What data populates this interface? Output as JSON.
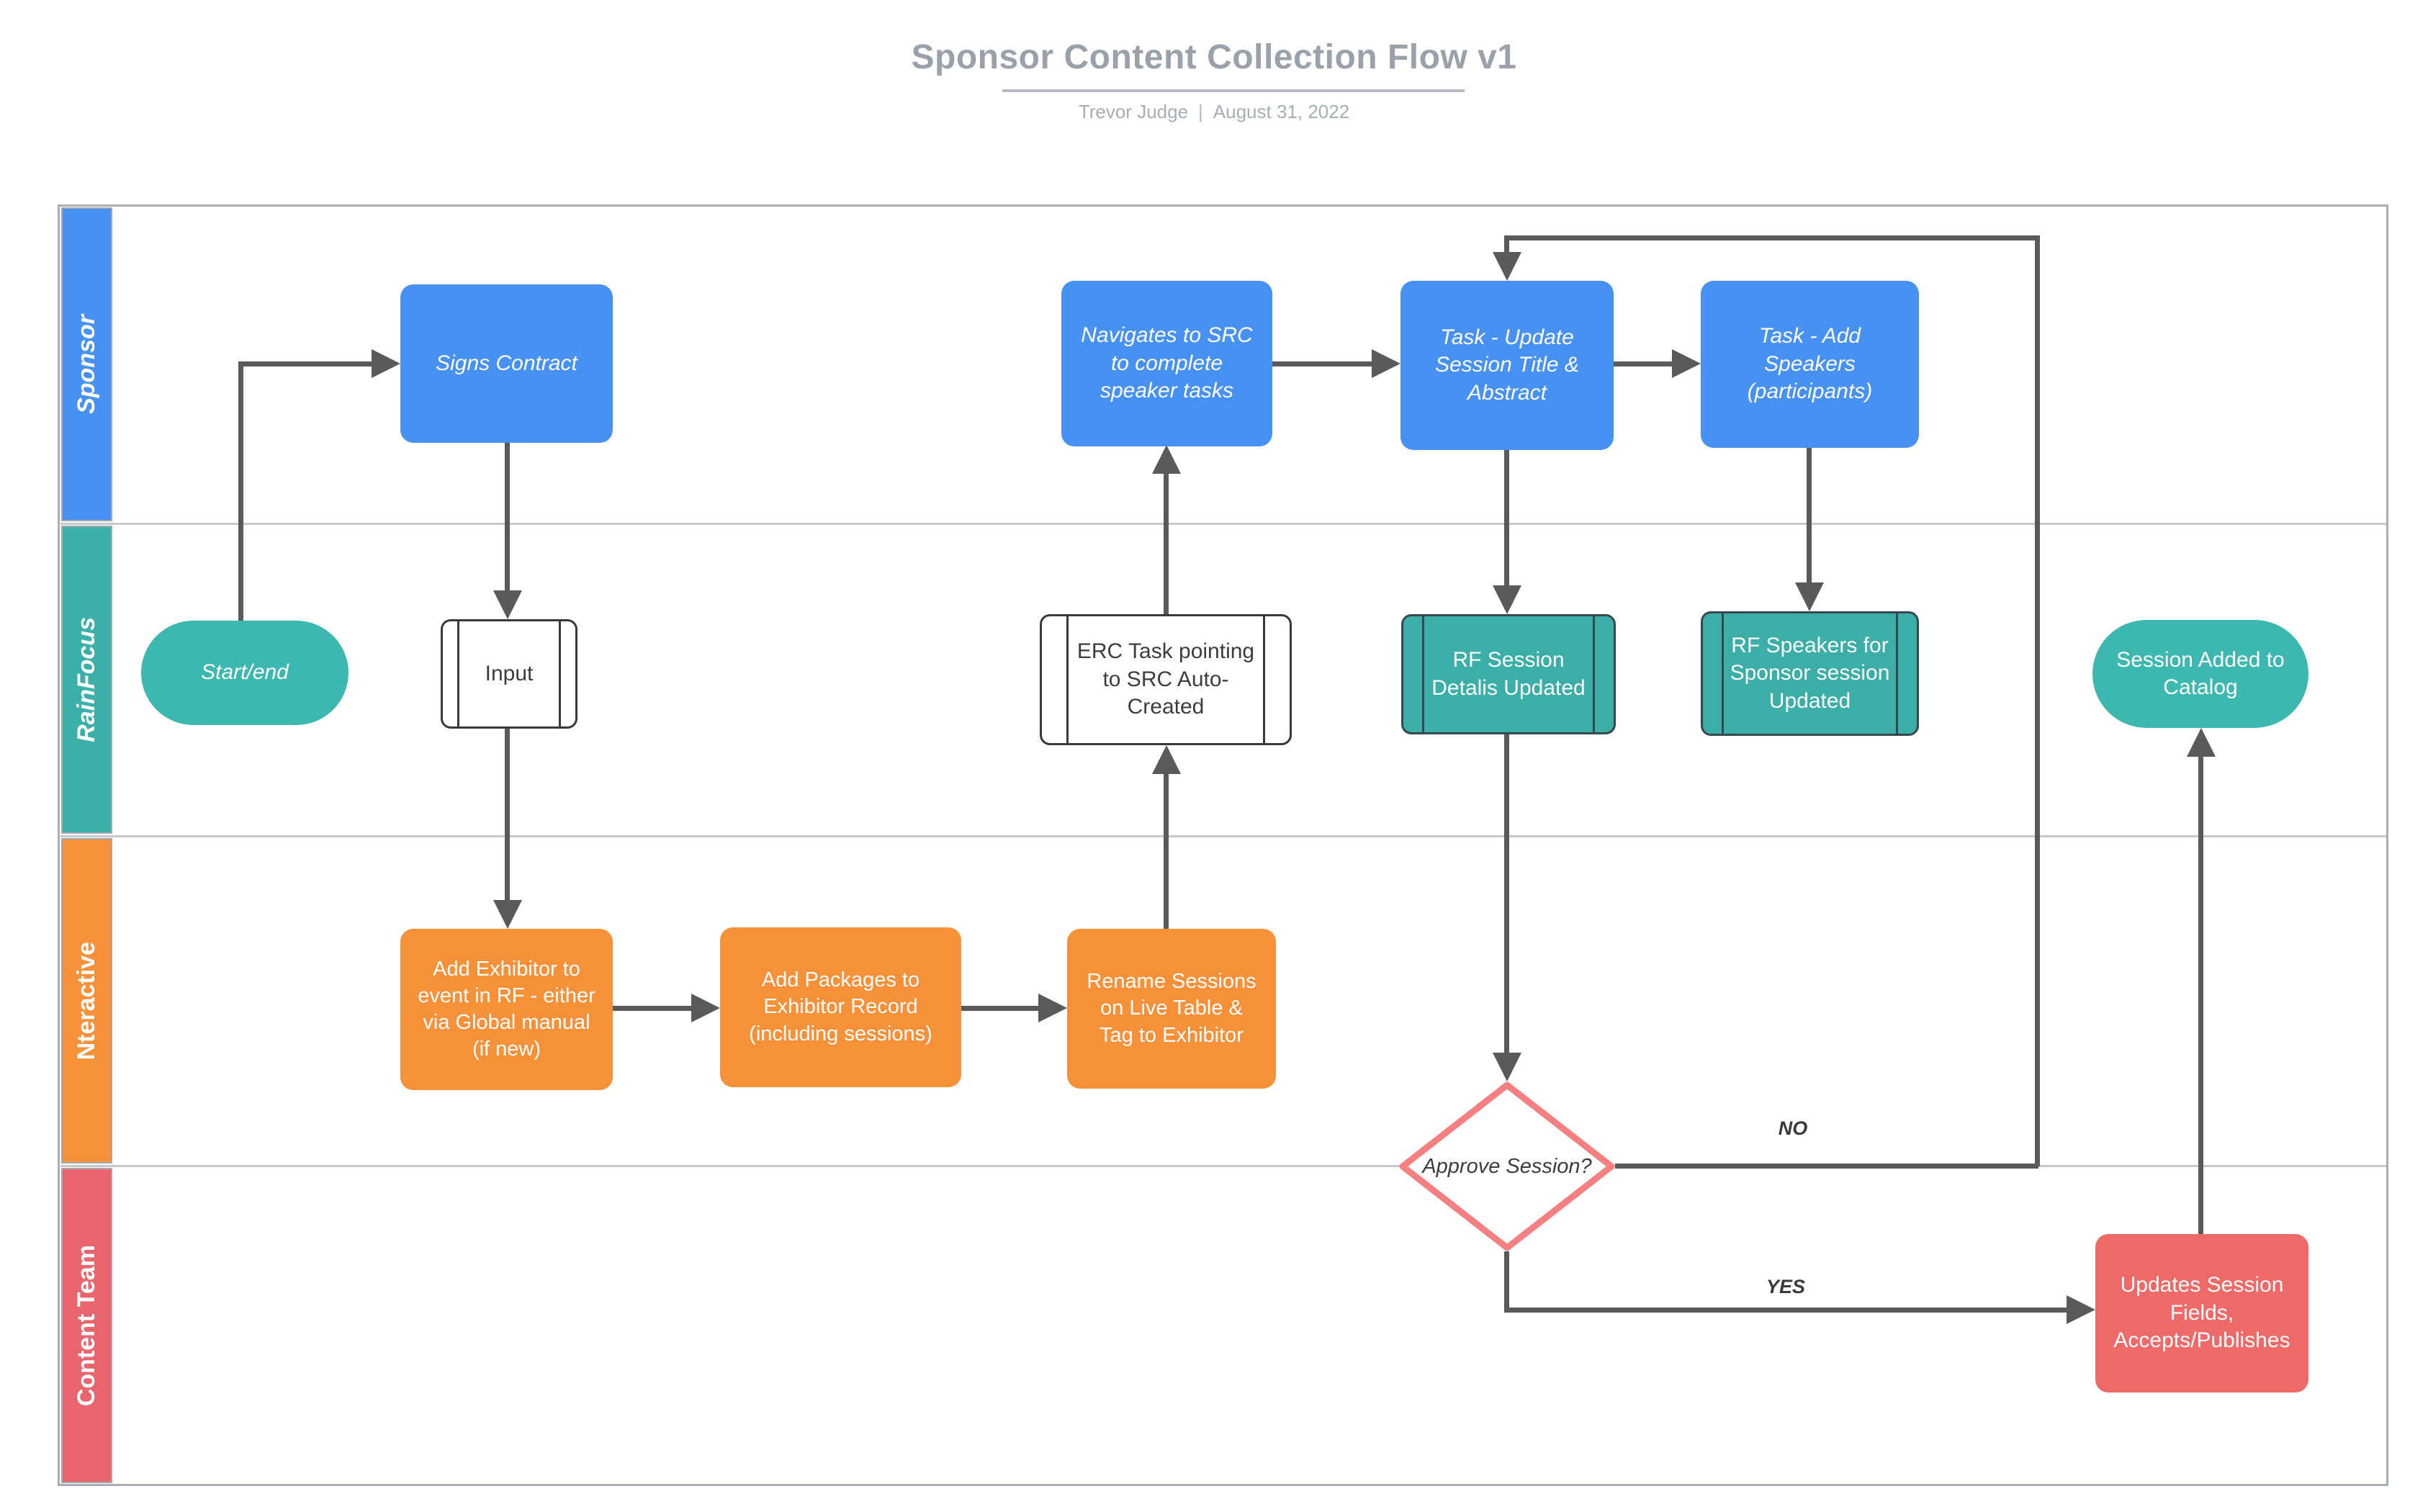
{
  "header": {
    "title": "Sponsor Content Collection Flow v1",
    "author": "Trevor Judge",
    "separator": "|",
    "date": "August 31, 2022"
  },
  "lanes": [
    {
      "label": "Sponsor",
      "color": "#4691f1"
    },
    {
      "label": "RainFocus",
      "color": "#3ab0a9"
    },
    {
      "label": "Nteractive",
      "color": "#f69139"
    },
    {
      "label": "Content Team",
      "color": "#e9656e"
    }
  ],
  "nodes": {
    "signs_contract": {
      "text": "Signs Contract",
      "type": "process",
      "lane": "Sponsor",
      "color": "#4691f1"
    },
    "navigates_src": {
      "text": "Navigates to SRC to complete speaker tasks",
      "type": "process",
      "lane": "Sponsor",
      "color": "#4691f1"
    },
    "task_update": {
      "text": "Task - Update Session Title & Abstract",
      "type": "process",
      "lane": "Sponsor",
      "color": "#4691f1"
    },
    "task_add": {
      "text": "Task - Add Speakers (participants)",
      "type": "process",
      "lane": "Sponsor",
      "color": "#4691f1"
    },
    "start_end": {
      "text": "Start/end",
      "type": "terminator",
      "lane": "RainFocus",
      "color": "#3cb8b0"
    },
    "input": {
      "text": "Input",
      "type": "predefined-process",
      "lane": "RainFocus",
      "color": "#ffffff"
    },
    "erc_task": {
      "text": "ERC Task pointing to SRC Auto-Created",
      "type": "predefined-process",
      "lane": "RainFocus",
      "color": "#ffffff"
    },
    "rf_session": {
      "text": "RF Session Detalis Updated",
      "type": "predefined-process",
      "lane": "RainFocus",
      "color": "#3aaea7"
    },
    "rf_speakers": {
      "text": "RF Speakers for Sponsor session Updated",
      "type": "predefined-process",
      "lane": "RainFocus",
      "color": "#3aaea7"
    },
    "session_added": {
      "text": "Session Added to Catalog",
      "type": "terminator",
      "lane": "RainFocus",
      "color": "#3cb8b0"
    },
    "add_exhibitor": {
      "text": "Add Exhibitor to event in RF - either via Global manual (if new)",
      "type": "process",
      "lane": "Nteractive",
      "color": "#f69139"
    },
    "add_packages": {
      "text": "Add Packages to Exhibitor Record (including sessions)",
      "type": "process",
      "lane": "Nteractive",
      "color": "#f69139"
    },
    "rename_sessions": {
      "text": "Rename Sessions on Live Table & Tag to Exhibitor",
      "type": "process",
      "lane": "Nteractive",
      "color": "#f69139"
    },
    "approve_session": {
      "text": "Approve Session?",
      "type": "decision",
      "lane": "Nteractive/Content Team",
      "color": "#ffffff"
    },
    "updates_fields": {
      "text": "Updates Session Fields, Accepts/Publishes",
      "type": "process",
      "lane": "Content Team",
      "color": "#ed6a68"
    }
  },
  "edge_labels": {
    "no": "NO",
    "yes": "YES"
  },
  "palette": {
    "node_blue": "#4691f1",
    "node_teal_light": "#3cb8b0",
    "node_teal_dark": "#3aaea7",
    "node_orange": "#f69139",
    "node_red": "#ed6a68",
    "decision_border": "#f57f81",
    "connector_gray": "#5a5a5a",
    "title_gray": "#9aa1ab",
    "frame_gray": "#aaaeb3"
  }
}
